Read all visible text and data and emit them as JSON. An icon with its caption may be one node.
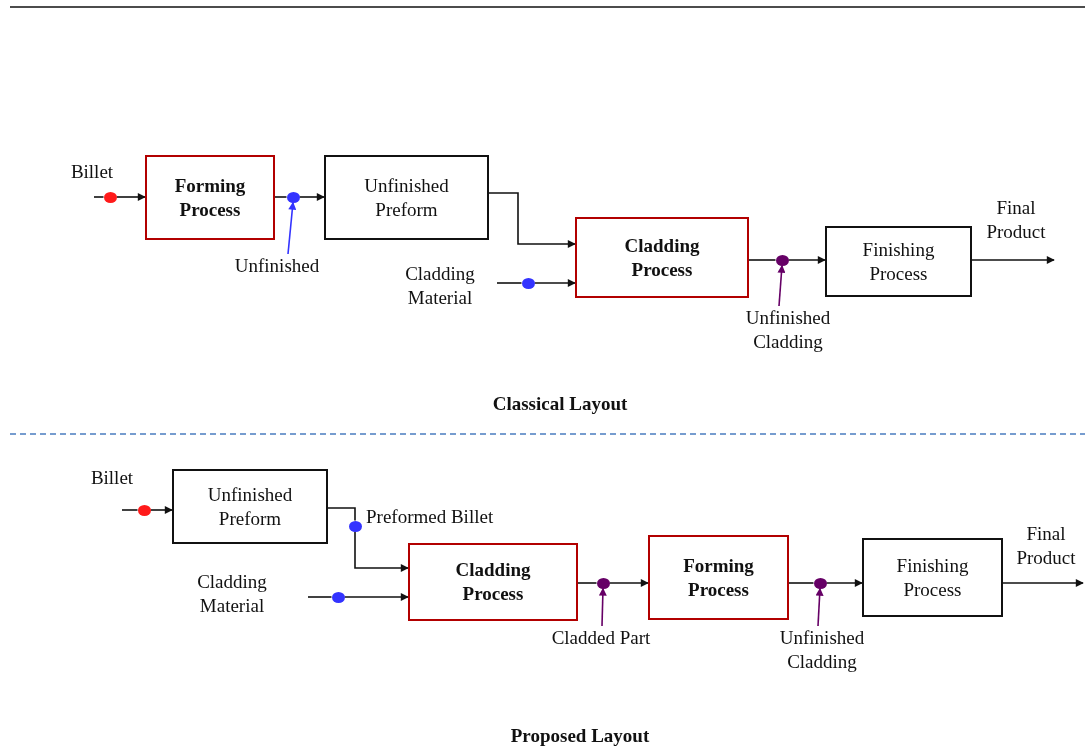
{
  "diagram": {
    "nodes": [
      {
        "text": [
          "Forming Process"
        ]
      },
      {
        "text": [
          "Unfinished Preform"
        ]
      },
      {
        "text": [
          "Cladding Process"
        ]
      },
      {
        "text": [
          "Finishing Process"
        ]
      },
      {
        "text": [],
        "shape": "circle"
      },
      {
        "text": [],
        "shape": "circle"
      },
      {
        "text": [],
        "shape": "circle"
      },
      {
        "text": [],
        "shape": "circle"
      },
      {
        "text": [
          "Unfinished"
        ]
      },
      {
        "text": [
          "Unfinished Cladding"
        ]
      },
      {
        "text": [
          "Unfinished Preform"
        ]
      },
      {
        "text": [
          "Cladding Process"
        ]
      },
      {
        "text": [
          "Forming Process"
        ]
      },
      {
        "text": [
          "Finishing Process"
        ]
      },
      {
        "text": [],
        "shape": "circle"
      },
      {
        "text": [],
        "shape": "circle"
      },
      {
        "text": [],
        "shape": "circle"
      },
      {
        "text": [],
        "shape": "circle"
      },
      {
        "text": [],
        "shape": "circle"
      },
      {
        "text": [
          "Cladded Part"
        ]
      },
      {
        "text": [
          "Unfinished Cladding"
        ]
      }
    ],
    "edges": [
      {
        "from": null,
        "to": 4,
        "arrow": "none"
      },
      {
        "from": 4,
        "to": 0,
        "arrow": "to"
      },
      {
        "from": 0,
        "to": 5,
        "arrow": "none"
      },
      {
        "from": 5,
        "to": 1,
        "arrow": "to"
      },
      {
        "from": 1,
        "to": 2,
        "arrow": "to"
      },
      {
        "from": null,
        "to": 6,
        "arrow": "none"
      },
      {
        "from": 6,
        "to": 2,
        "arrow": "to"
      },
      {
        "from": 2,
        "to": 7,
        "arrow": "none"
      },
      {
        "from": 7,
        "to": 3,
        "arrow": "to"
      },
      {
        "from": 3,
        "to": null,
        "arrow": "to"
      },
      {
        "from": 8,
        "to": 5,
        "arrow": "to",
        "color": "#3333ff"
      },
      {
        "from": 9,
        "to": 7,
        "arrow": "to",
        "color": "#660066"
      },
      {
        "from": null,
        "to": 14,
        "arrow": "none"
      },
      {
        "from": 14,
        "to": 10,
        "arrow": "to"
      },
      {
        "from": 10,
        "to": 15,
        "arrow": "none"
      },
      {
        "from": 15,
        "to": 11,
        "arrow": "to"
      },
      {
        "from": null,
        "to": 16,
        "arrow": "none"
      },
      {
        "from": 16,
        "to": 11,
        "arrow": "to"
      },
      {
        "from": 11,
        "to": 17,
        "arrow": "none"
      },
      {
        "from": 17,
        "to": 12,
        "arrow": "to"
      },
      {
        "from": 12,
        "to": 18,
        "arrow": "none"
      },
      {
        "from": 18,
        "to": 13,
        "arrow": "to"
      },
      {
        "from": 13,
        "to": null,
        "arrow": "to"
      },
      {
        "from": 19,
        "to": 17,
        "arrow": "to",
        "color": "#660066"
      },
      {
        "from": 20,
        "to": 18,
        "arrow": "to",
        "color": "#660066"
      }
    ],
    "labels": [
      "Billet",
      "Cladding Material",
      "Final Product",
      "Classical Layout",
      "Billet",
      "Preformed Billet",
      "Cladding Material",
      "Final Product",
      "Proposed Layout"
    ]
  }
}
